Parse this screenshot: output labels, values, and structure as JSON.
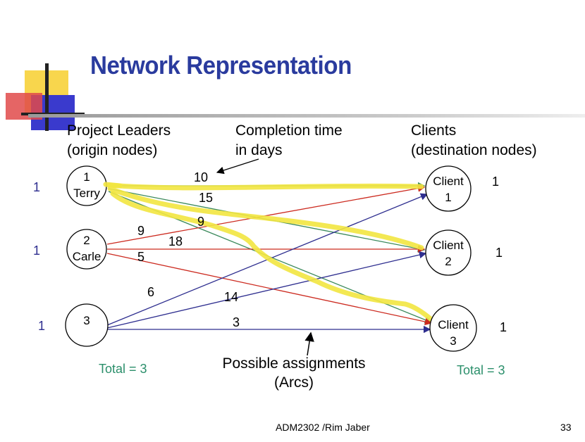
{
  "slide": {
    "title": "Network Representation",
    "footer_text": "ADM2302 /Rim Jaber",
    "page_number": "33"
  },
  "headers": {
    "origin_line1": "Project Leaders",
    "origin_line2": "(origin nodes)",
    "completion_line1": "Completion time",
    "completion_line2": "in days",
    "dest_line1": "Clients",
    "dest_line2": "(destination nodes)"
  },
  "origins": [
    {
      "number": "1",
      "name": "Terry",
      "supply": "1"
    },
    {
      "number": "2",
      "name": "Carle",
      "supply": "1"
    },
    {
      "number": "3",
      "name": "",
      "supply": "1"
    }
  ],
  "destinations": [
    {
      "line1": "Client",
      "line2": "1",
      "demand": "1"
    },
    {
      "line1": "Client",
      "line2": "2",
      "demand": "1"
    },
    {
      "line1": "Client",
      "line2": "3",
      "demand": "1"
    }
  ],
  "costs": {
    "c10": "10",
    "c15": "15",
    "c9a": "9",
    "c9b": "9",
    "c18": "18",
    "c5": "5",
    "c6": "6",
    "c14": "14",
    "c3": "3"
  },
  "totals": {
    "left": "Total = 3",
    "right": "Total = 3"
  },
  "arcs_label": {
    "line1": "Possible assignments",
    "line2": "(Arcs)"
  },
  "colors": {
    "title": "#2a3b9e",
    "green_arc": "#3c8a5c",
    "red_arc": "#cc2a1f",
    "blue_arc": "#2e2e8f",
    "highlight": "#f2e640"
  }
}
